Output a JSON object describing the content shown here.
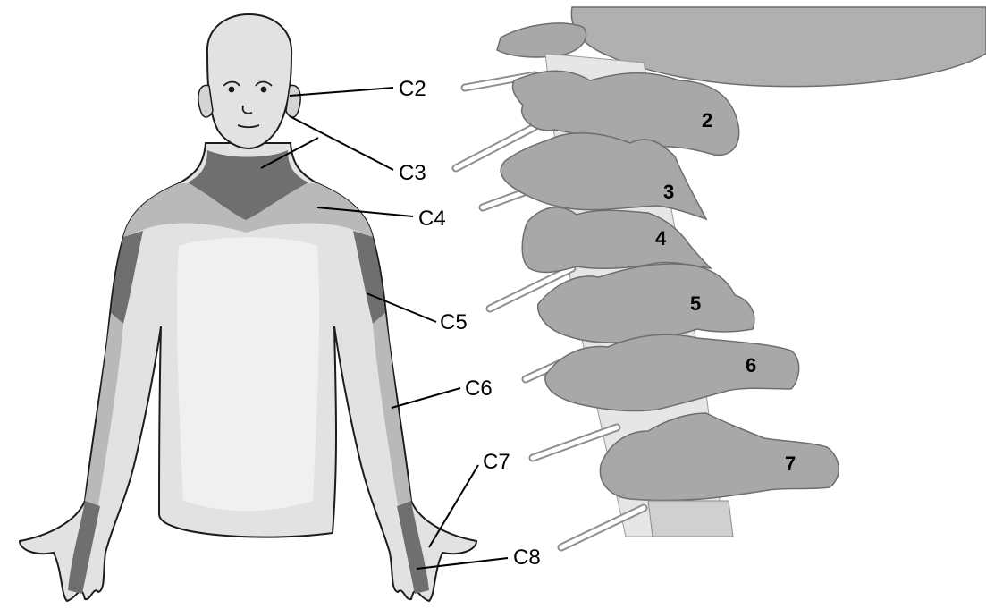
{
  "colors": {
    "skin_light": "#e2e2e2",
    "skin_mid": "#b9b9b9",
    "skin_dark": "#6f6f6f",
    "bone": "#a8a8a8",
    "outline": "#1c1c1c"
  },
  "dermatome_labels": [
    "C2",
    "C3",
    "C4",
    "C5",
    "C6",
    "C7",
    "C8"
  ],
  "vertebra_labels": [
    "2",
    "3",
    "4",
    "5",
    "6",
    "7"
  ]
}
